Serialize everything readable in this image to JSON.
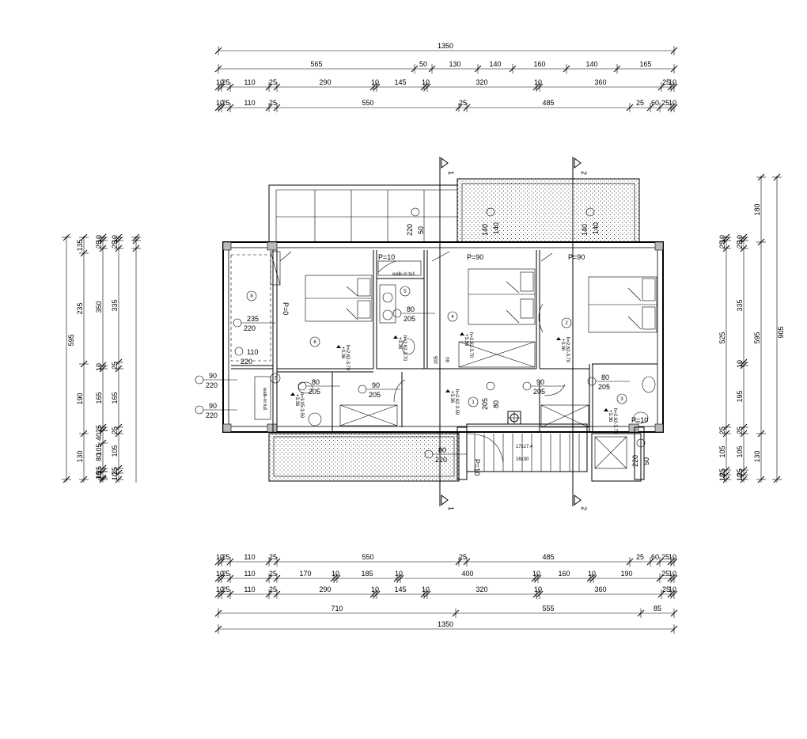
{
  "dims": {
    "top_overall": "1350",
    "top_row1": [
      "565",
      "50",
      "130",
      "140",
      "160",
      "140",
      "165"
    ],
    "top_row2": [
      "10",
      "25",
      "110",
      "25",
      "290",
      "10",
      "145",
      "10",
      "320",
      "10",
      "360",
      "25",
      "10"
    ],
    "top_row3": [
      "10",
      "25",
      "110",
      "25",
      "550",
      "25",
      "485",
      "25",
      "60",
      "25",
      "10"
    ],
    "bot_row1": [
      "10",
      "25",
      "110",
      "25",
      "550",
      "25",
      "485",
      "25",
      "60",
      "25",
      "10"
    ],
    "bot_row2": [
      "10",
      "25",
      "110",
      "25",
      "170",
      "10",
      "185",
      "10",
      "400",
      "10",
      "160",
      "10",
      "190",
      "25",
      "10"
    ],
    "bot_row3": [
      "10",
      "25",
      "110",
      "25",
      "290",
      "10",
      "145",
      "10",
      "320",
      "10",
      "360",
      "25",
      "10"
    ],
    "bot_row4": [
      "710",
      "555",
      "85"
    ],
    "bot_overall": "1350",
    "left_overall": "595",
    "left_outer": [
      "135",
      "235",
      "190",
      "130"
    ],
    "left_col2": [
      "10",
      "25",
      "350",
      "10",
      "165",
      "25",
      "105",
      "25",
      "10"
    ],
    "left_col3": [
      "10",
      "25",
      "335",
      "25",
      "165",
      "25",
      "105",
      "25",
      "10"
    ],
    "left_col4": [
      "40",
      "80",
      "15"
    ],
    "right_overall": "905",
    "right_outer": [
      "180",
      "595",
      "130"
    ],
    "right_col1": [
      "10",
      "25",
      "525",
      "25",
      "105",
      "25",
      "10"
    ],
    "right_col2": [
      "10",
      "25",
      "335",
      "10",
      "195",
      "25",
      "105",
      "25",
      "10"
    ]
  },
  "axes": [
    "1",
    "2"
  ],
  "rooms": [
    "1",
    "2",
    "3",
    "4",
    "5",
    "6",
    "7",
    "8"
  ],
  "openings": {
    "w1": [
      "50",
      "220"
    ],
    "w2": [
      "140",
      "140"
    ],
    "w3": [
      "140",
      "140"
    ],
    "w4": [
      "235",
      "220"
    ],
    "w5": [
      "110",
      "220"
    ],
    "w6": [
      "90",
      "220"
    ],
    "w7": [
      "90",
      "220"
    ],
    "w8": [
      "80",
      "220"
    ],
    "w9": [
      "50",
      "220"
    ],
    "d1": [
      "90",
      "205"
    ],
    "d2": [
      "80",
      "205"
    ],
    "d3": [
      "80",
      "205"
    ],
    "d4": [
      "90",
      "205"
    ],
    "d5": [
      "80",
      "205"
    ],
    "d6": [
      "80",
      "205"
    ],
    "d7": [
      "90",
      "205"
    ]
  },
  "parapets": {
    "p1": "P=10",
    "p2": "P=90",
    "p3": "P=90",
    "p4": "P=0",
    "p5": "P=10",
    "p6": "P=10"
  },
  "levels": {
    "l1": [
      "+3.36",
      "h=2.62-3.70"
    ],
    "l2": [
      "+3.36",
      "h=2.62-3.70"
    ],
    "l3": [
      "+3.36",
      "h=2.62-3.70"
    ],
    "l4": [
      "+3.36",
      "h=2.62-3.70"
    ],
    "l5": [
      "+3.36",
      "h=2.62-3.70"
    ],
    "l6": [
      "+3.36",
      "h=2.62-3.70"
    ],
    "l7": [
      "+3.36",
      "h=2.62-3.59"
    ],
    "l8": [
      "+3.36",
      "h=3.05-3.59"
    ]
  },
  "stair": [
    "17x17.4",
    "16x30"
  ],
  "labels": {
    "walkin": "walk-in tuš",
    "walkin2": "walk-in tuš",
    "fig_205": "205",
    "fig_90": "90"
  }
}
